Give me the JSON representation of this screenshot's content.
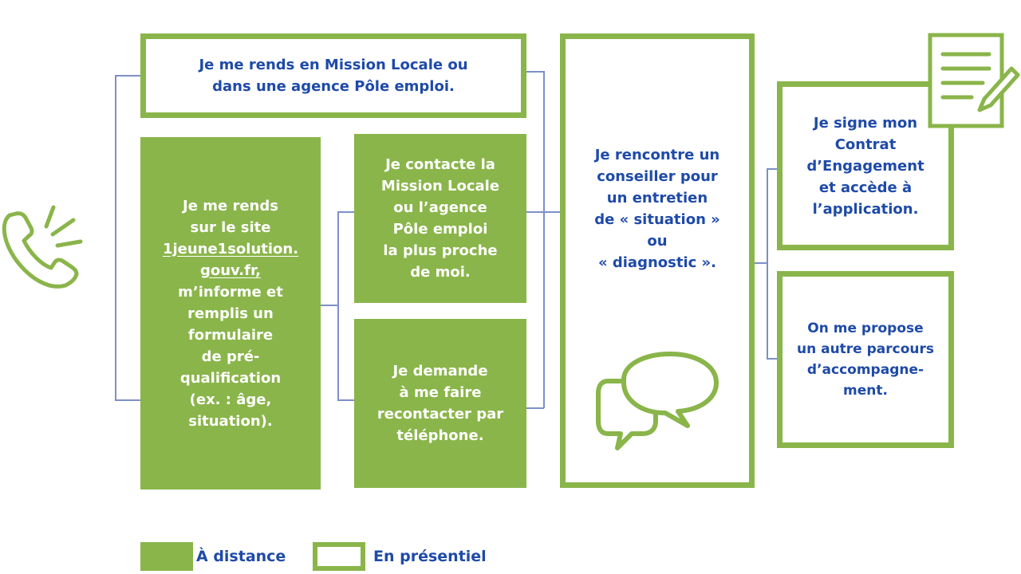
{
  "flow": {
    "mission_locale_visit": "Je me rends en Mission Locale ou\ndans une agence Pôle emploi.",
    "website_intro": "Je me rends\nsur le site",
    "website_url": "1jeune1solution.\ngouv.fr,",
    "website_rest": "m’informe et\nremplis un\nformulaire\nde pré-\nqualification\n(ex. : âge,\nsituation).",
    "contact_nearest": "Je contacte la\nMission Locale\nou l’agence\nPôle emploi\nla plus proche\nde moi.",
    "callback_request": "Je demande\nà me faire\nrecontacter par\ntéléphone.",
    "advisor_meeting": "Je rencontre un\nconseiller pour\nun entretien\nde « situation »\nou\n« diagnostic ».",
    "sign_contract": "Je signe mon\nContrat\nd’Engagement\net accède à\nl’application.",
    "other_path": "On me propose\nun autre parcours\nd’accompagne-\nment."
  },
  "legend": {
    "remote_label": "À distance",
    "in_person_label": "En présentiel"
  },
  "colors": {
    "green": "#8ab54a",
    "blue_text": "#1e4aa8",
    "connector": "#7d8fc8"
  },
  "icons": [
    "phone-icon",
    "chat-bubbles-icon",
    "document-pen-icon"
  ]
}
